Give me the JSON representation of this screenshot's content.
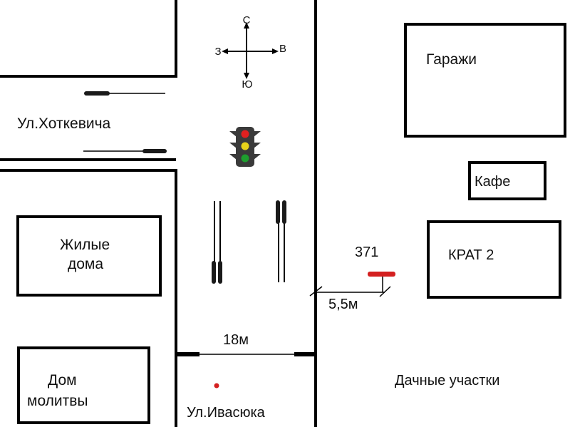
{
  "compass": {
    "north": "С",
    "south": "Ю",
    "west": "З",
    "east": "В"
  },
  "streets": {
    "khotkevicha": "Ул.Хоткевича",
    "ivasyuka": "Ул.Ивасюка"
  },
  "buildings": {
    "garages": "Гаражи",
    "cafe": "Кафе",
    "krat": "КРАТ 2",
    "residential_line1": "Жилые",
    "residential_line2": "дома",
    "prayer_house_line1": "Дом",
    "prayer_house_line2": "молитвы",
    "dachas": "Дачные участки"
  },
  "measurements": {
    "road_width": "18м",
    "stop_distance": "5,5м"
  },
  "bus_stop": {
    "route_number": "371"
  },
  "colors": {
    "lines": "#000000",
    "stop_marker": "#d42020",
    "traffic_light_red": "#e02020",
    "traffic_light_yellow": "#e8d21a",
    "traffic_light_green": "#1e9e2e",
    "traffic_light_body": "#3a3a3a"
  }
}
